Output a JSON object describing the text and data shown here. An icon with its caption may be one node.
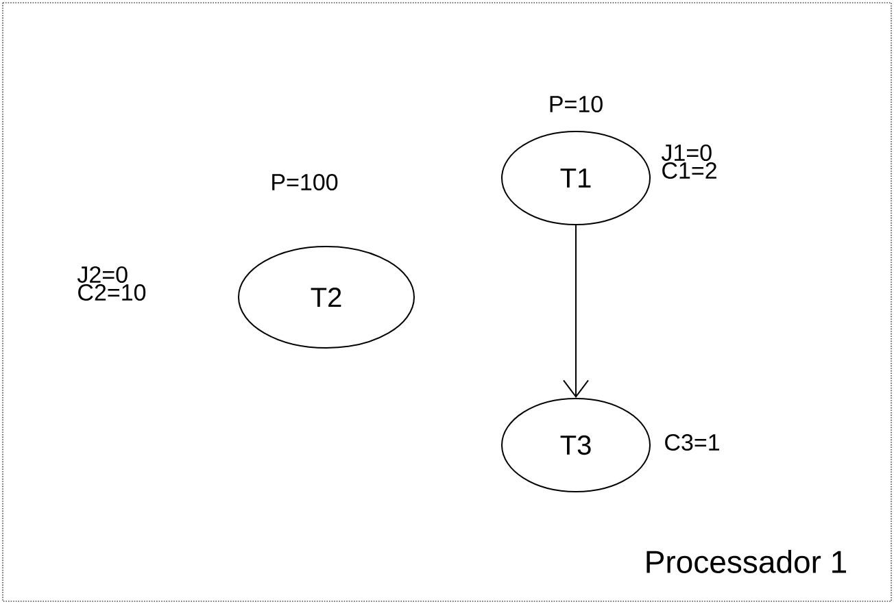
{
  "diagram": {
    "nodes": [
      {
        "text": [
          "T1"
        ],
        "beside": [
          "P=10",
          "J1=0 C1=2"
        ]
      },
      {
        "text": [
          "T2"
        ],
        "beside": [
          "P=100",
          "J2=0 C2=10"
        ]
      },
      {
        "text": [
          "T3"
        ],
        "beside": [
          "C3=1"
        ]
      }
    ],
    "edges": [
      {
        "from": 0,
        "to": 2,
        "arrow": "to"
      }
    ],
    "labels": [
      "Processador 1"
    ]
  }
}
